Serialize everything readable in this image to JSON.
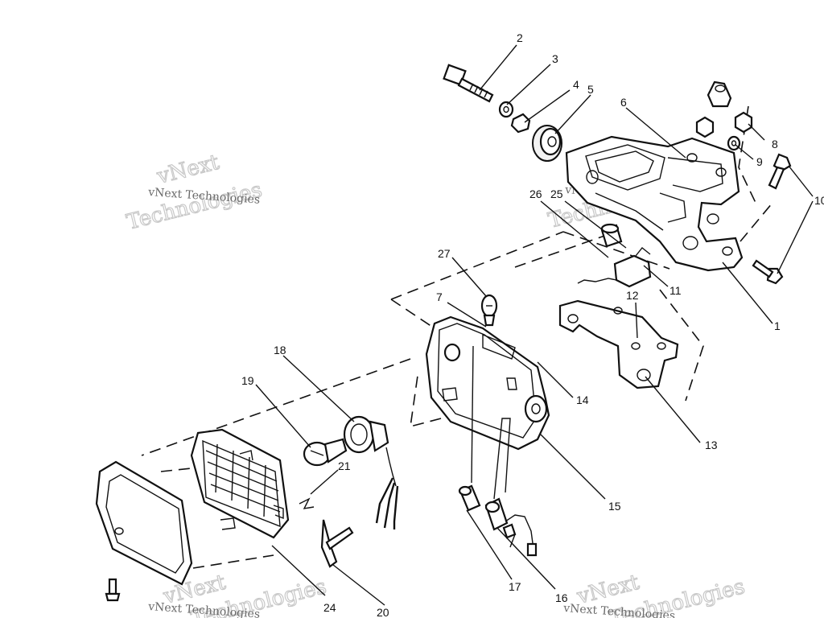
{
  "diagram": {
    "callouts": {
      "c1": "1",
      "c2": "2",
      "c3": "3",
      "c4": "4",
      "c5": "5",
      "c6": "6",
      "c7": "7",
      "c8": "8",
      "c9": "9",
      "c10": "10",
      "c11": "11",
      "c12": "12",
      "c13": "13",
      "c14": "14",
      "c15": "15",
      "c16": "16",
      "c17": "17",
      "c18": "18",
      "c19": "19",
      "c20": "20",
      "c21": "21",
      "c24": "24",
      "c25": "25",
      "c26": "26",
      "c27": "27"
    }
  },
  "watermark": {
    "line_a": "vNext Technologies",
    "line_b_1": "vNext",
    "line_b_2": "Technologies"
  }
}
